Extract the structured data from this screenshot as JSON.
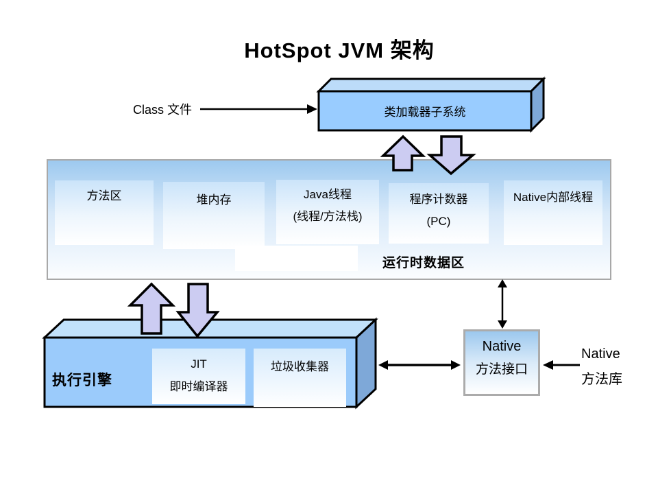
{
  "title": "HotSpot JVM 架构",
  "class_file": {
    "label": "Class 文件"
  },
  "class_loader": {
    "label": "类加载器子系统"
  },
  "runtime_area": {
    "label": "运行时数据区",
    "boxes": [
      {
        "line1": "方法区",
        "line2": ""
      },
      {
        "line1": "堆内存",
        "line2": ""
      },
      {
        "line1": "Java线程",
        "line2": "(线程/方法栈)"
      },
      {
        "line1": "程序计数器",
        "line2": "(PC)"
      },
      {
        "line1": "Native内部线程",
        "line2": ""
      }
    ]
  },
  "execution_engine": {
    "label": "执行引擎",
    "jit_box": {
      "line1": "JIT",
      "line2": "即时编译器"
    },
    "gc_box": {
      "line1": "垃圾收集器"
    }
  },
  "native_interface": {
    "line1": "Native",
    "line2": "方法接口"
  },
  "native_library": {
    "line1": "Native",
    "line2": "方法库"
  },
  "colors": {
    "box_front_blue": "#99ccff",
    "box_top_blue": "#bcdcf9",
    "box_side_blue": "#7ea8d8",
    "block_arrow_fill": "#ccccf2",
    "panel_gradient_top": "#9dc9ef",
    "inner_box_gradient_top": "#cbe4fa",
    "panel_border_gray": "#a8a8a8",
    "line_black": "#000000"
  }
}
